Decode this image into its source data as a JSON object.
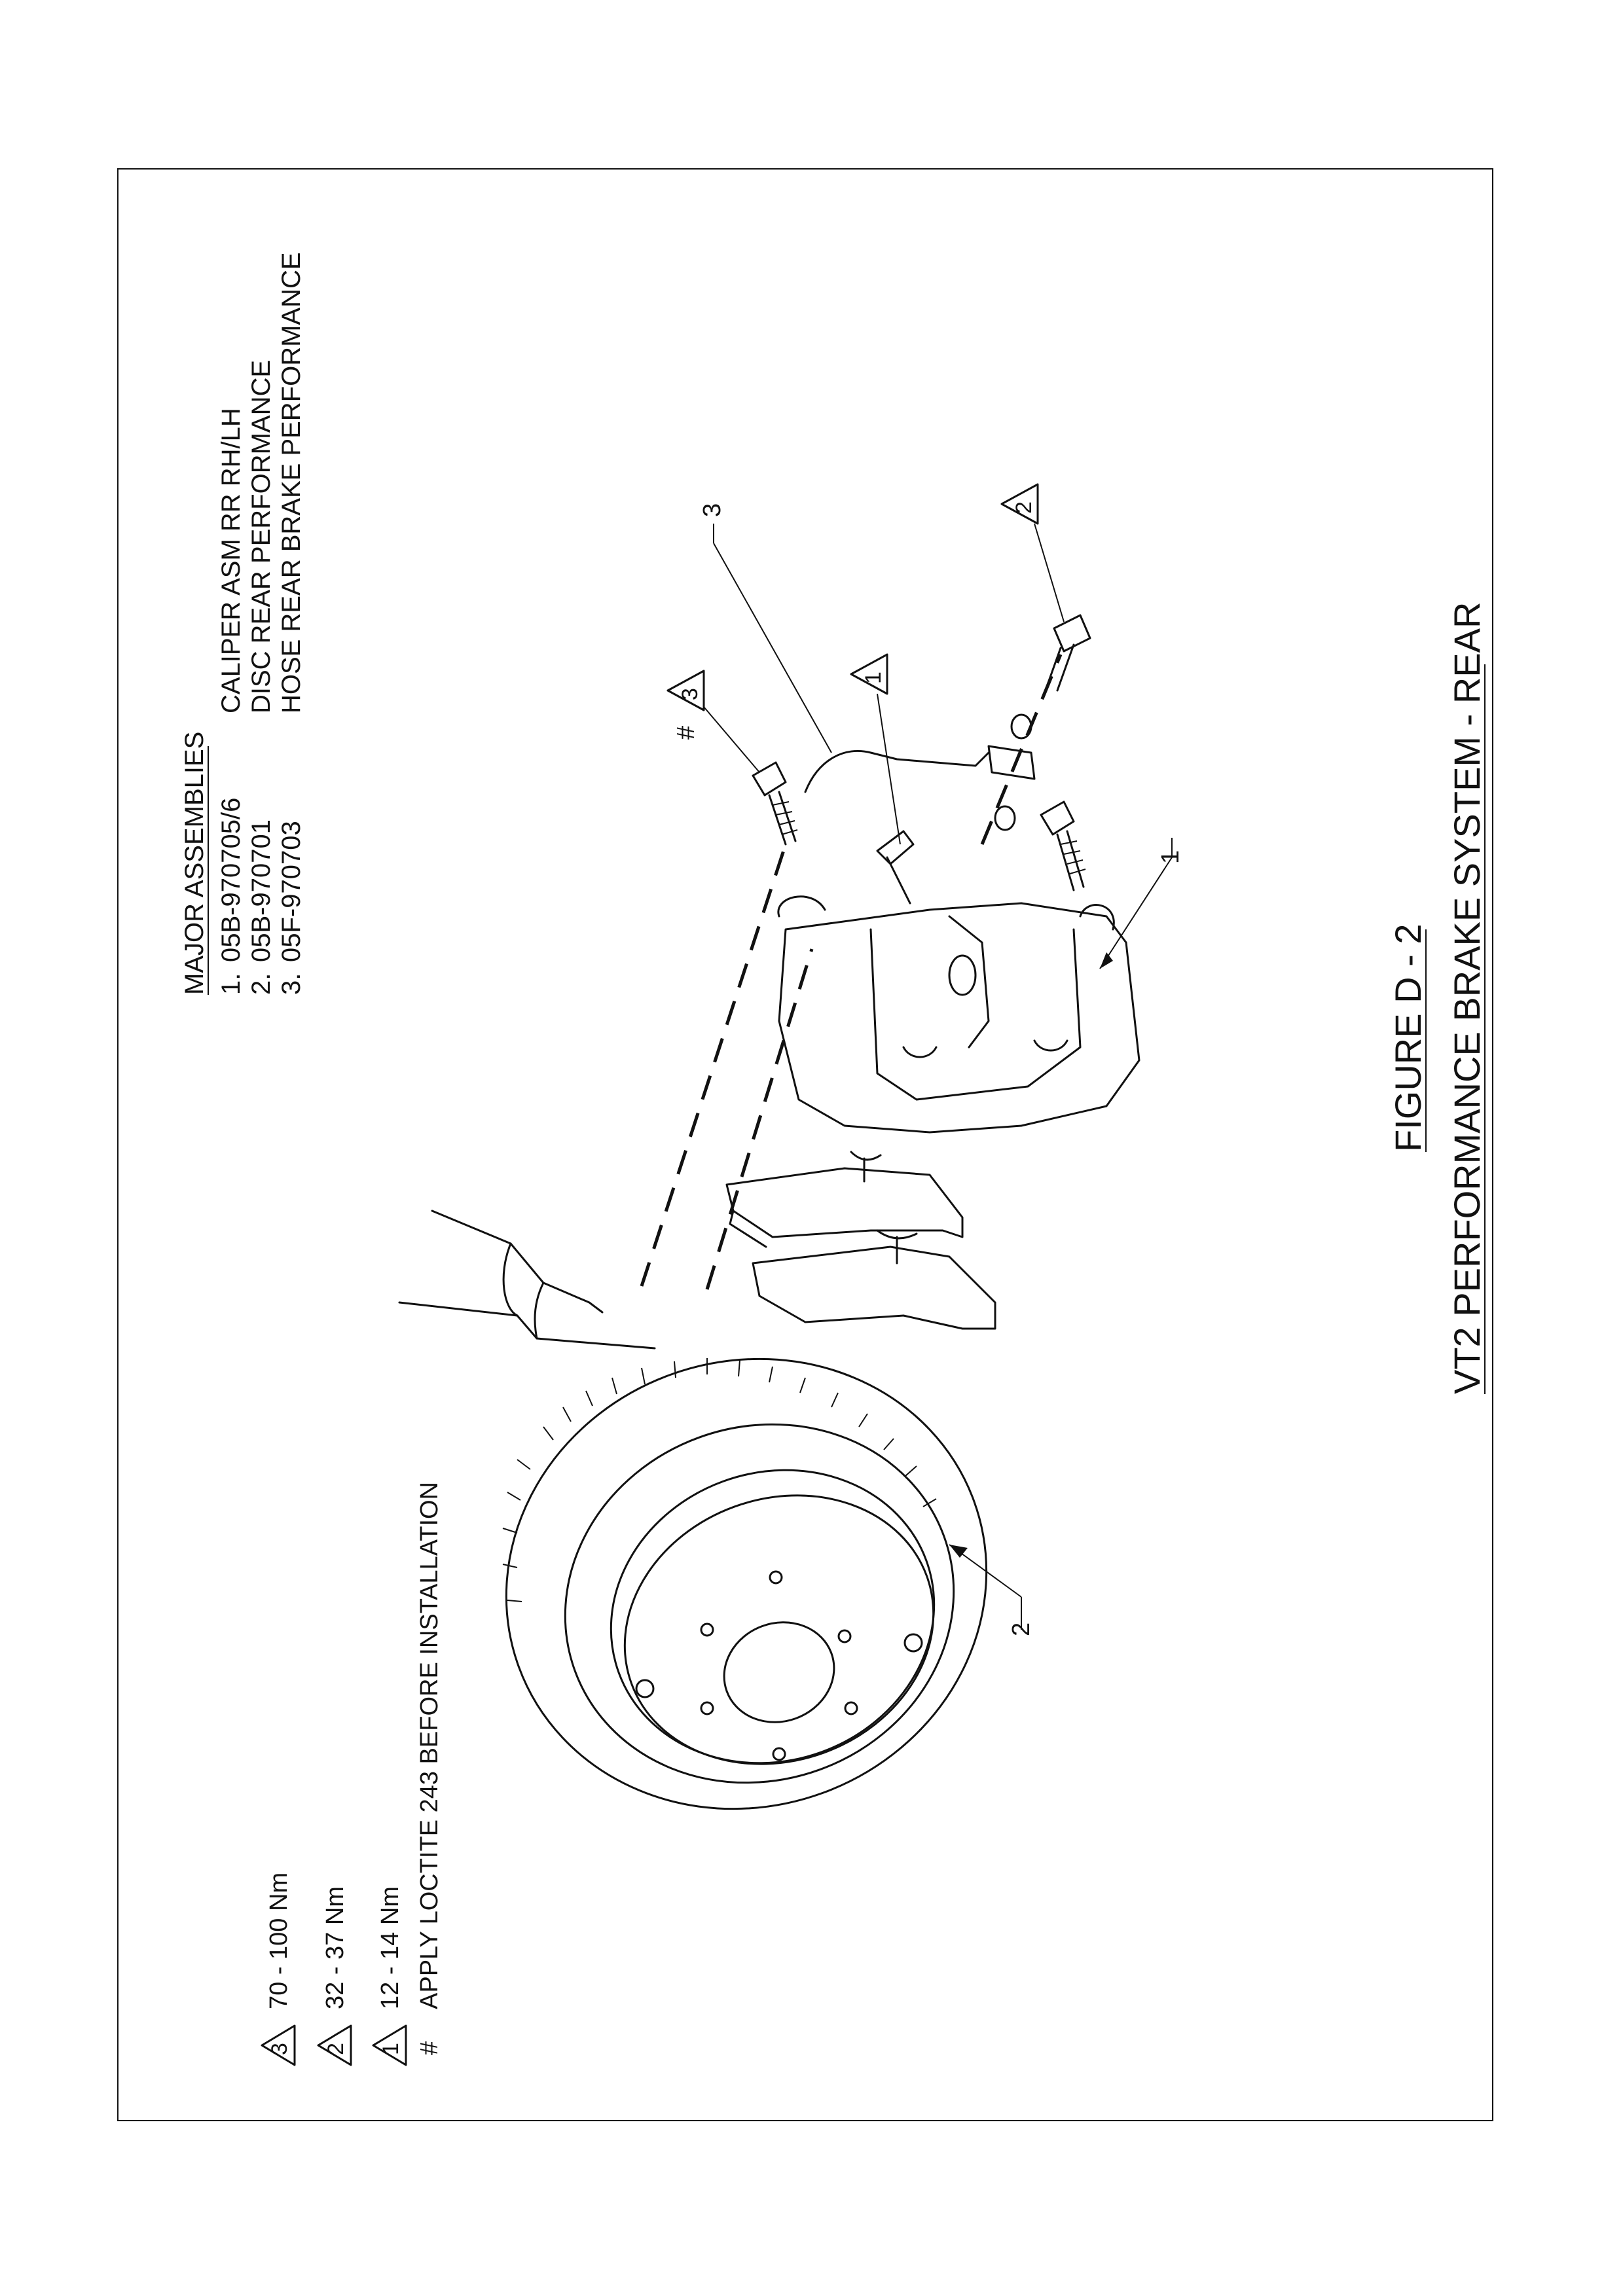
{
  "figure": {
    "number": "FIGURE D - 2",
    "title": "VT2 PERFORMANCE BRAKE SYSTEM - REAR"
  },
  "major_assemblies": {
    "heading": "MAJOR ASSEMBLIES",
    "items": [
      {
        "index": "1.",
        "part_no": "05B-970705/6",
        "description": "CALIPER ASM RR RH/LH"
      },
      {
        "index": "2.",
        "part_no": "05B-970701",
        "description": "DISC REAR PERFORMANCE"
      },
      {
        "index": "3.",
        "part_no": "05F-970703",
        "description": "HOSE REAR BRAKE PERFORMANCE"
      }
    ]
  },
  "torque_legend": [
    {
      "symbol": "3",
      "value": "70 - 100 Nm"
    },
    {
      "symbol": "2",
      "value": "32 - 37 Nm"
    },
    {
      "symbol": "1",
      "value": "12 - 14 Nm"
    },
    {
      "symbol": "#",
      "value": "APPLY LOCTITE 243 BEFORE INSTALLATION"
    }
  ],
  "callouts": {
    "hose_label": "3",
    "caliper_label": "1",
    "disc_label": "2",
    "bleeder_torque": "1",
    "hose_bolt_torque": "2",
    "caliper_bolt_torque": "3",
    "loctite_mark": "#"
  }
}
